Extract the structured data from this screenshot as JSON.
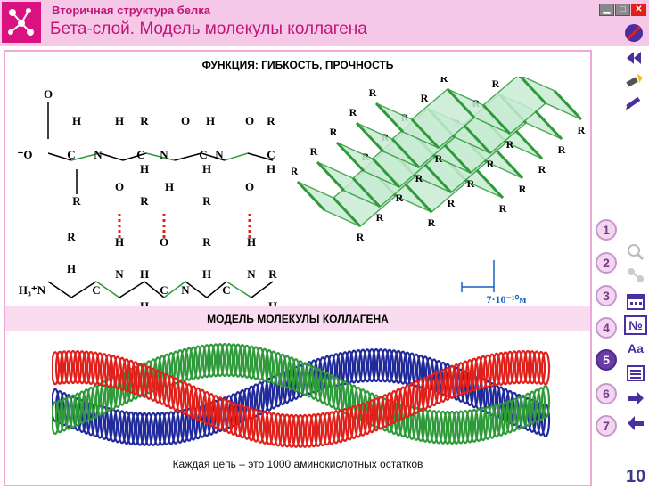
{
  "header": {
    "title": "Вторичная структура белка",
    "subtitle": "Бета-слой. Модель молекулы коллагена"
  },
  "window_buttons": {
    "minimize": "▁",
    "maximize": "□",
    "close": "✕"
  },
  "section1": {
    "title": "ФУНКЦИЯ: ГИБКОСТЬ, ПРОЧНОСТЬ"
  },
  "chem_labels": {
    "o": "O",
    "h": "H",
    "n": "N",
    "r": "R",
    "c": "C",
    "o_minus": "⁻O",
    "h3n": "H₃⁺N"
  },
  "beta_sheet": {
    "r_label": "R",
    "spacing_label": "7·10⁻¹⁰м"
  },
  "section2": {
    "title": "МОДЕЛЬ МОЛЕКУЛЫ КОЛЛАГЕНА"
  },
  "caption": "Каждая цепь – это 1000 аминокислотных остатков",
  "colors": {
    "accent": "#c2147a",
    "green": "#2f9a3a",
    "red": "#e0201a",
    "blue": "#202a9a",
    "sheet": "#c8ecd4"
  },
  "right_toolbar": [
    {
      "icon": "no-entry-icon"
    },
    {
      "icon": "rewind-icon"
    },
    {
      "icon": "flashlight-icon"
    },
    {
      "icon": "pencil-icon"
    },
    {
      "icon": "zoom-icon"
    },
    {
      "icon": "molecule-icon"
    },
    {
      "icon": "calendar-icon"
    },
    {
      "label": "№",
      "icon": "number-icon"
    },
    {
      "label": "Aa",
      "icon": "text-icon"
    },
    {
      "icon": "list-icon"
    },
    {
      "icon": "arrow-right-icon"
    },
    {
      "icon": "arrow-left-icon"
    }
  ],
  "nav_buttons": [
    "1",
    "2",
    "3",
    "4",
    "5",
    "6",
    "7"
  ],
  "active_nav": "5",
  "page_number": "10"
}
